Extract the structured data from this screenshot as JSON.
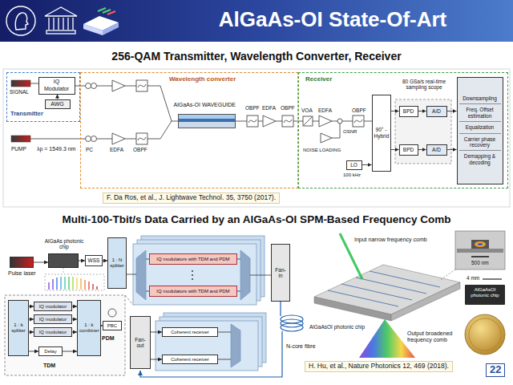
{
  "diagram": {
    "title": "AlGaAs-OI State-Of-Art",
    "nodes": [
      {
        "text": [
          "Transmitter"
        ]
      },
      {
        "text": [
          "IQ Modulator"
        ],
        "in": 0
      },
      {
        "text": [
          "AWG"
        ],
        "in": 0
      },
      {
        "text": [
          "Wavelength converter"
        ]
      },
      {
        "text": [
          "AlGaAs-OI WAVEGUIDE"
        ],
        "in": 3
      },
      {
        "text": [
          "Receiver"
        ]
      },
      {
        "text": [
          "90° - Hybrid"
        ],
        "in": 5
      },
      {
        "text": [
          "LO"
        ],
        "in": 5
      },
      {
        "text": [
          "BPD"
        ],
        "in": 5
      },
      {
        "text": [
          "BPD"
        ],
        "in": 5
      },
      {
        "text": [
          "A/D"
        ],
        "in": 5
      },
      {
        "text": [
          "A/D"
        ],
        "in": 5
      },
      {
        "text": [
          "Downsampling",
          "Freq. Offset estimation",
          "Equalization",
          "Carrier phase recovery",
          "Demapping & decoding"
        ],
        "in": 5
      },
      {
        "text": [
          "Pulse laser"
        ]
      },
      {
        "text": [
          "AlGaAs photonic chip"
        ]
      },
      {
        "text": [
          "WSS"
        ]
      },
      {
        "text": [
          "1 : N splitter"
        ]
      },
      {
        "text": [
          "IQ modulators with TDM and PDM"
        ]
      },
      {
        "text": [
          "IQ modulators with TDM and PDM"
        ]
      },
      {
        "text": [
          "Fan-in"
        ]
      },
      {
        "text": [
          "1 : k splitter"
        ]
      },
      {
        "text": [
          "IQ modulator"
        ]
      },
      {
        "text": [
          "IQ modulator"
        ]
      },
      {
        "text": [
          "IQ modulator"
        ]
      },
      {
        "text": [
          "Delay"
        ]
      },
      {
        "text": [
          "1 : k combiner"
        ]
      },
      {
        "text": [
          "PBC"
        ]
      },
      {
        "text": [
          "Fan-out"
        ]
      },
      {
        "text": [
          "Coherent receiver"
        ]
      },
      {
        "text": [
          "Coherent receiver"
        ]
      }
    ],
    "edges": [
      {
        "from": 2,
        "to": 1,
        "arrow": "to"
      },
      {
        "from": 7,
        "to": 6,
        "arrow": "to"
      },
      {
        "from": 6,
        "to": 8,
        "arrow": "to"
      },
      {
        "from": 6,
        "to": 9,
        "arrow": "to"
      },
      {
        "from": 8,
        "to": 10,
        "arrow": "to"
      },
      {
        "from": 9,
        "to": 11,
        "arrow": "to"
      },
      {
        "from": 10,
        "to": 12,
        "arrow": "to"
      },
      {
        "from": 11,
        "to": 12,
        "arrow": "to"
      },
      {
        "from": 13,
        "to": 14,
        "arrow": "to"
      },
      {
        "from": 14,
        "to": 15,
        "arrow": "to"
      },
      {
        "from": 15,
        "to": 16,
        "arrow": "to"
      },
      {
        "from": 20,
        "to": 21,
        "arrow": "to"
      },
      {
        "from": 20,
        "to": 22,
        "arrow": "to"
      },
      {
        "from": 20,
        "to": 23,
        "arrow": "to"
      },
      {
        "from": 20,
        "to": 24,
        "arrow": "to"
      },
      {
        "from": 21,
        "to": 25,
        "arrow": "to"
      },
      {
        "from": 22,
        "to": 25,
        "arrow": "to"
      },
      {
        "from": 23,
        "to": 25,
        "arrow": "to"
      },
      {
        "from": 24,
        "to": 25,
        "arrow": "to"
      },
      {
        "from": 25,
        "to": 26,
        "arrow": "to"
      },
      {
        "from": 27,
        "to": 28,
        "arrow": "to"
      },
      {
        "from": 27,
        "to": 29,
        "arrow": "to"
      }
    ],
    "labels": [
      "256-QAM Transmitter, Wavelength Converter, Receiver",
      "SIGNAL",
      "PUMP",
      "λp = 1549.3 nm",
      "PC",
      "EDFA",
      "OBPF",
      "OBPF",
      "EDFA",
      "OBPF",
      "VOA",
      "EDFA",
      "OBPF",
      "NOISE LOADING",
      "OSNR",
      "100 kHz",
      "80 GSa/s real-time sampling scope",
      "F. Da Ros, et al., J. Lightwave Technol. 35, 3750 (2017).",
      "Multi-100-Tbit/s Data Carried by an AlGaAs-OI SPM-Based Frequency Comb",
      "TDM",
      "PDM",
      "N-core fibre",
      "Input narrow frequency comb",
      "500 nm",
      "AlGaAsOI photonic chip",
      "4 mm",
      "AlGaAsOI photonic chip",
      "Output broadened frequency comb",
      "H. Hu, et al., Nature Photonics 12, 469 (2018).",
      "22"
    ]
  }
}
